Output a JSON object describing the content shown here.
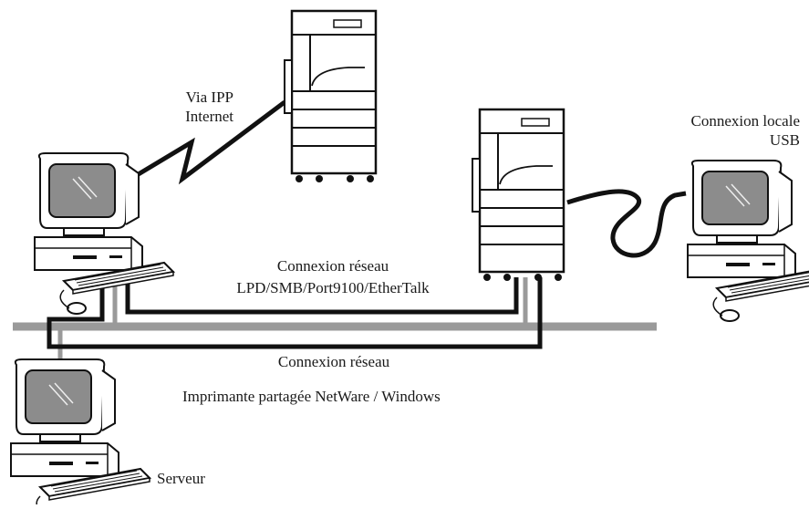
{
  "labels": {
    "ipp_line1": "Via IPP",
    "ipp_line2": "Internet",
    "usb_line1": "Connexion locale",
    "usb_line2": "USB",
    "net1_line1": "Connexion réseau",
    "net1_line2": "LPD/SMB/Port9100/EtherTalk",
    "net2_line1": "Connexion réseau",
    "net2_line2": "Imprimante partagée NetWare / Windows",
    "server": "Serveur"
  },
  "colors": {
    "ink": "#111111",
    "network_backbone": "#9a9a9a",
    "screen": "#8c8c8c",
    "background": "#ffffff"
  },
  "icons": [
    "printer-icon",
    "computer-icon"
  ]
}
